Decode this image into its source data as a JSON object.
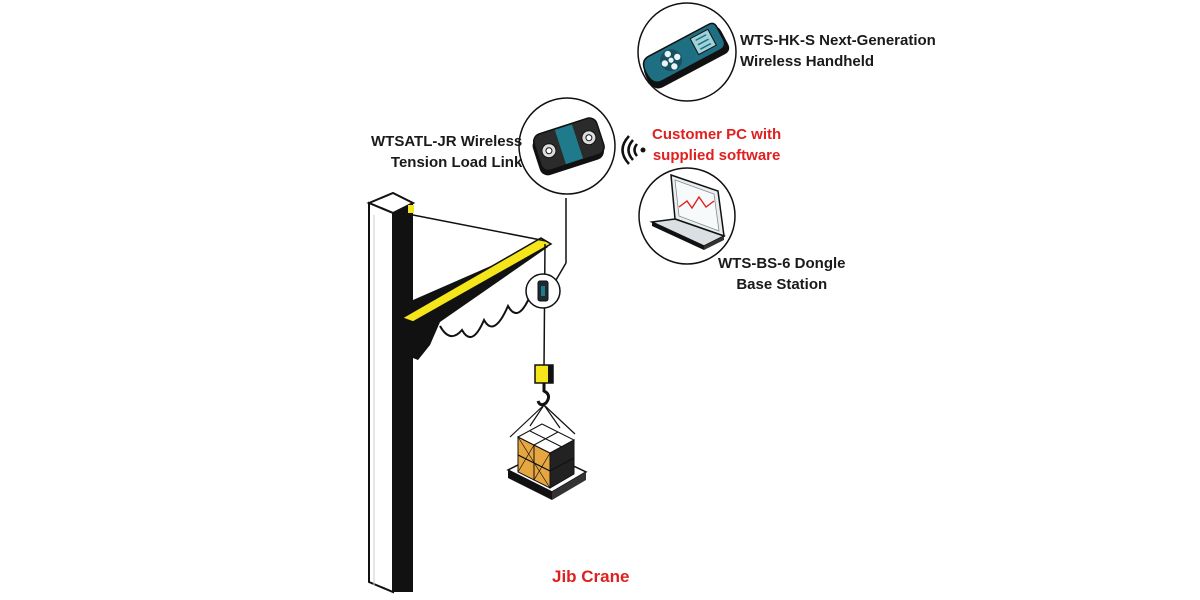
{
  "labels": {
    "handheld": [
      "WTS-HK-S Next-Generation",
      "Wireless Handheld"
    ],
    "load_link": [
      "WTSATL-JR Wireless",
      "Tension Load Link"
    ],
    "customer_pc": [
      "Customer PC with",
      "supplied software"
    ],
    "base_station": [
      "WTS-BS-6 Dongle",
      "Base Station"
    ],
    "crane": "Jib Crane"
  },
  "colors": {
    "accent_red": "#e02020",
    "crane_yellow": "#f5e51b",
    "device_teal": "#1f7a8c",
    "pallet_orange": "#e6a640",
    "outline": "#111111"
  },
  "icons": [
    "handheld-icon",
    "load-link-icon",
    "laptop-icon",
    "wireless-signal-icon",
    "crane-hook-icon",
    "pallet-load-icon"
  ]
}
